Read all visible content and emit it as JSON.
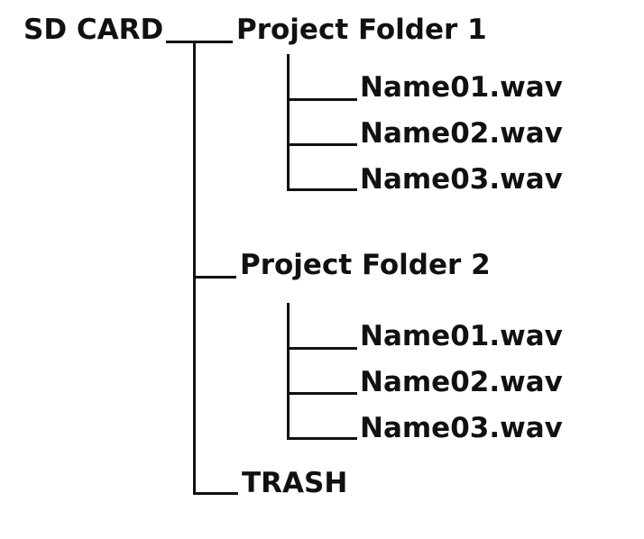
{
  "root": {
    "label": "SD CARD"
  },
  "folders": [
    {
      "label": "Project Folder 1",
      "files": [
        "Name01.wav",
        "Name02.wav",
        "Name03.wav"
      ]
    },
    {
      "label": "Project Folder 2",
      "files": [
        "Name01.wav",
        "Name02.wav",
        "Name03.wav"
      ]
    }
  ],
  "trash": {
    "label": "TRASH"
  }
}
